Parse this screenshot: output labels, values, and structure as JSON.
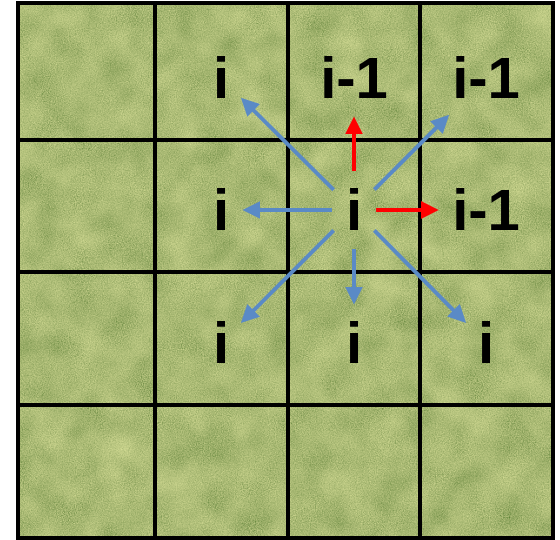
{
  "diagram": {
    "nodes": [
      {
        "text": [
          "i"
        ]
      },
      {
        "text": [
          "i-1"
        ]
      },
      {
        "text": [
          "i-1"
        ]
      },
      {
        "text": [
          "i"
        ]
      },
      {
        "text": [
          "i"
        ]
      },
      {
        "text": [
          "i-1"
        ]
      },
      {
        "text": [
          "i"
        ]
      },
      {
        "text": [
          "i"
        ]
      },
      {
        "text": [
          "i"
        ]
      }
    ],
    "edges": [
      {
        "from": 4,
        "to": 0,
        "arrow": "to"
      },
      {
        "from": 4,
        "to": 1,
        "arrow": "to"
      },
      {
        "from": 4,
        "to": 2,
        "arrow": "to"
      },
      {
        "from": 4,
        "to": 3,
        "arrow": "to"
      },
      {
        "from": 4,
        "to": 5,
        "arrow": "to"
      },
      {
        "from": 4,
        "to": 6,
        "arrow": "to"
      },
      {
        "from": 4,
        "to": 7,
        "arrow": "to"
      },
      {
        "from": 4,
        "to": 8,
        "arrow": "to"
      }
    ]
  }
}
